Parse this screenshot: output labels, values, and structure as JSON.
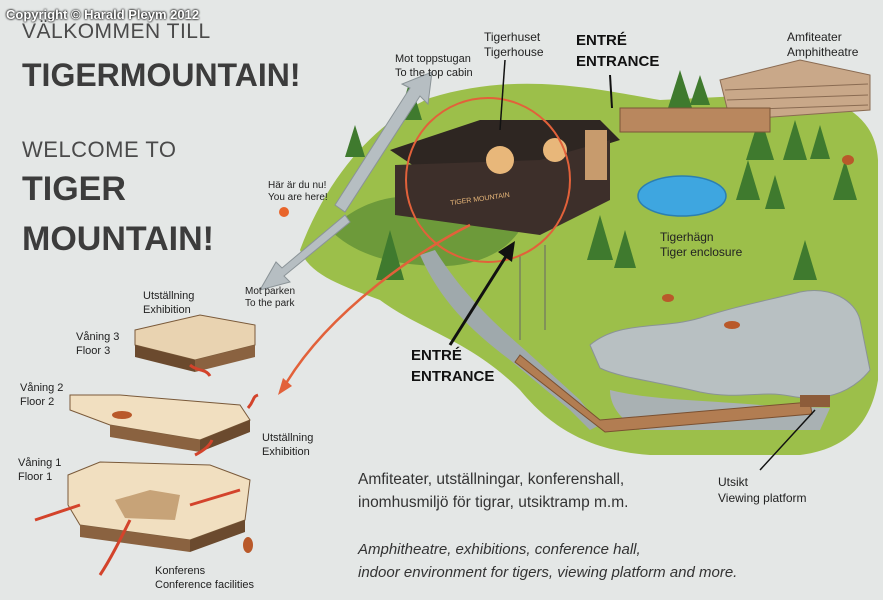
{
  "copyright": "Copyright © Harald Pleym 2012",
  "heading": {
    "welcome_sv": "VÄLKOMMEN TILL",
    "title_sv": "TIGERMOUNTAIN!",
    "welcome_en": "WELCOME TO",
    "title_en_line1": "TIGER",
    "title_en_line2": "MOUNTAIN!"
  },
  "map_labels": {
    "top_cabin_sv": "Mot toppstugan",
    "top_cabin_en": "To the top cabin",
    "you_are_here_sv": "Här är du nu!",
    "you_are_here_en": "You are here!",
    "park_sv": "Mot parken",
    "park_en": "To the park",
    "tigerhouse_sv": "Tigerhuset",
    "tigerhouse_en": "Tigerhouse",
    "entrance_top_sv": "ENTRÉ",
    "entrance_top_en": "ENTRANCE",
    "amphitheatre_sv": "Amfiteater",
    "amphitheatre_en": "Amphitheatre",
    "enclosure_sv": "Tigerhägn",
    "enclosure_en": "Tiger enclosure",
    "entrance_mid_sv": "ENTRÉ",
    "entrance_mid_en": "ENTRANCE",
    "viewing_sv": "Utsikt",
    "viewing_en": "Viewing platform",
    "sign_house": "TIGER MOUNTAIN"
  },
  "floors": {
    "exhibition_top_sv": "Utställning",
    "exhibition_top_en": "Exhibition",
    "floor3_sv": "Våning 3",
    "floor3_en": "Floor 3",
    "floor2_sv": "Våning 2",
    "floor2_en": "Floor 2",
    "exhibition_mid_sv": "Utställning",
    "exhibition_mid_en": "Exhibition",
    "floor1_sv": "Våning 1",
    "floor1_en": "Floor 1",
    "conference_sv": "Konferens",
    "conference_en": "Conference facilities"
  },
  "description": {
    "swedish_line1": "Amfiteater, utställningar, konferenshall,",
    "swedish_line2": "inomhusmiljö för tigrar, utsiktramp m.m.",
    "english_line1": "Amphitheatre, exhibitions, conference hall,",
    "english_line2": "indoor environment for tigers, viewing platform and more."
  },
  "colors": {
    "background": "#e4e7e6",
    "grass": "#9cbf4a",
    "rock": "#b8c0c2",
    "water": "#3ea6e0",
    "building": "#3d2f2a",
    "accent_arrow": "#e2613a",
    "text": "#3a3a3a"
  }
}
